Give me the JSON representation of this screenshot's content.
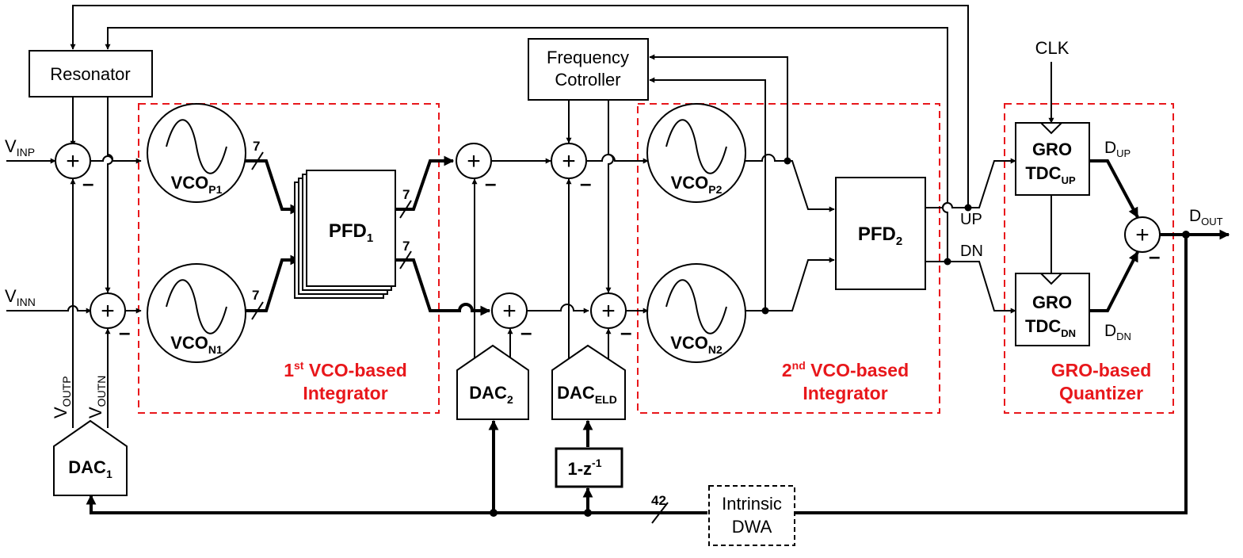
{
  "blocks": {
    "resonator": "Resonator",
    "freq_ctrl_line1": "Frequency",
    "freq_ctrl_line2": "Cotroller",
    "vco": "VCO",
    "sub_p1": "P1",
    "sub_n1": "N1",
    "sub_p2": "P2",
    "sub_n2": "N2",
    "pfd": "PFD",
    "sub_1": "1",
    "sub_2": "2",
    "dac": "DAC",
    "sub_eld": "ELD",
    "delay_base": "1-z",
    "delay_exp": "-1",
    "gro": "GRO",
    "tdc": "TDC",
    "sub_up": "UP",
    "sub_dn": "DN",
    "dwa_line1": "Intrinsic",
    "dwa_line2": "DWA"
  },
  "signals": {
    "v": "V",
    "inp": "INP",
    "inn": "INN",
    "outp": "OUTP",
    "outn": "OUTN",
    "d": "D",
    "up_sub": "UP",
    "dn_sub": "DN",
    "out_sub": "OUT",
    "clk": "CLK",
    "up": "UP",
    "dn": "DN",
    "bus7": "7",
    "bus42": "42"
  },
  "symbols": {
    "plus": "+",
    "minus": "–"
  },
  "regions": {
    "integrator1_line1_prefix": "1",
    "integrator1_line1_sup": "st",
    "integrator1_line1_rest": " VCO-based",
    "integrator1_line2": "Integrator",
    "integrator2_line1_prefix": "2",
    "integrator2_line1_sup": "nd",
    "integrator2_line1_rest": " VCO-based",
    "integrator2_line2": "Integrator",
    "quantizer_line1": "GRO-based",
    "quantizer_line2": "Quantizer"
  },
  "colors": {
    "region_border": "#e8171b",
    "region_text": "#e8171b",
    "line": "#000000"
  }
}
